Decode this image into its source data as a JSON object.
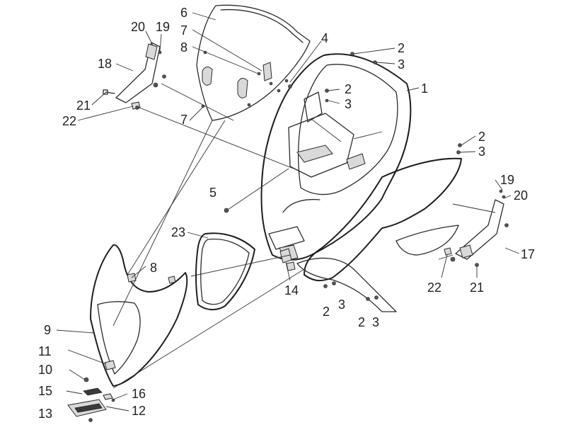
{
  "callouts": [
    {
      "id": "c6",
      "text": "6"
    },
    {
      "id": "c7a",
      "text": "7"
    },
    {
      "id": "c8a",
      "text": "8"
    },
    {
      "id": "c20a",
      "text": "20"
    },
    {
      "id": "c19a",
      "text": "19"
    },
    {
      "id": "c18",
      "text": "18"
    },
    {
      "id": "c21a",
      "text": "21"
    },
    {
      "id": "c22a",
      "text": "22"
    },
    {
      "id": "c7b",
      "text": "7"
    },
    {
      "id": "c4",
      "text": "4"
    },
    {
      "id": "c2a",
      "text": "2"
    },
    {
      "id": "c3a",
      "text": "3"
    },
    {
      "id": "c1",
      "text": "1"
    },
    {
      "id": "c2b",
      "text": "2"
    },
    {
      "id": "c3b",
      "text": "3"
    },
    {
      "id": "c2c",
      "text": "2"
    },
    {
      "id": "c3c",
      "text": "3"
    },
    {
      "id": "c5",
      "text": "5"
    },
    {
      "id": "c19b",
      "text": "19"
    },
    {
      "id": "c20b",
      "text": "20"
    },
    {
      "id": "c23",
      "text": "23"
    },
    {
      "id": "c8b",
      "text": "8"
    },
    {
      "id": "c17",
      "text": "17"
    },
    {
      "id": "c14",
      "text": "14"
    },
    {
      "id": "c22b",
      "text": "22"
    },
    {
      "id": "c21b",
      "text": "21"
    },
    {
      "id": "c9",
      "text": "9"
    },
    {
      "id": "c2d",
      "text": "2"
    },
    {
      "id": "c3d",
      "text": "3"
    },
    {
      "id": "c2e",
      "text": "2"
    },
    {
      "id": "c3e",
      "text": "3"
    },
    {
      "id": "c11",
      "text": "11"
    },
    {
      "id": "c10",
      "text": "10"
    },
    {
      "id": "c15",
      "text": "15"
    },
    {
      "id": "c16",
      "text": "16"
    },
    {
      "id": "c13",
      "text": "13"
    },
    {
      "id": "c12",
      "text": "12"
    }
  ]
}
